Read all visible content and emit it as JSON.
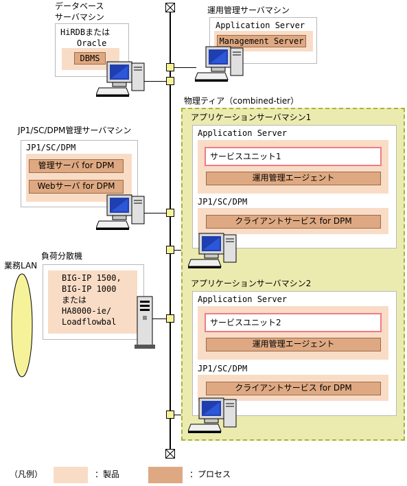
{
  "db_server": {
    "caption_line1": "データベース",
    "caption_line2": "サーバマシン",
    "product_line1": "HiRDBまたは",
    "product_line2": "Oracle",
    "process": "DBMS"
  },
  "mgmt_server": {
    "caption": "運用管理サーバマシン",
    "product": "Application Server",
    "process": "Management Server"
  },
  "dpm_server": {
    "caption": "JP1/SC/DPM管理サーバマシン",
    "product": "JP1/SC/DPM",
    "process1": "管理サーバ for DPM",
    "process2": "Webサーバ for DPM"
  },
  "business_lan": "業務LAN",
  "load_balancer": {
    "caption": "負荷分散機",
    "lines": [
      "BIG-IP 1500,",
      "BIG-IP 1000",
      "または",
      "HA8000-ie/",
      "Loadflowbal"
    ]
  },
  "tier": {
    "caption": "物理ティア（combined-tier）",
    "app_servers": [
      {
        "caption": "アプリケーションサーバマシン1",
        "product": "Application Server",
        "unit": "サービスユニット1",
        "agent": "運用管理エージェント",
        "dpm_product": "JP1/SC/DPM",
        "dpm_process": "クライアントサービス for DPM"
      },
      {
        "caption": "アプリケーションサーバマシン2",
        "product": "Application Server",
        "unit": "サービスユニット2",
        "agent": "運用管理エージェント",
        "dpm_product": "JP1/SC/DPM",
        "dpm_process": "クライアントサービス for DPM"
      }
    ]
  },
  "legend": {
    "title": "（凡例）",
    "product": "：製品",
    "process": "：プロセス",
    "colors": {
      "product": "#f9dcc6",
      "process": "#dea982",
      "tier": "#ebebb0",
      "unit_border": "#f07a86"
    }
  }
}
